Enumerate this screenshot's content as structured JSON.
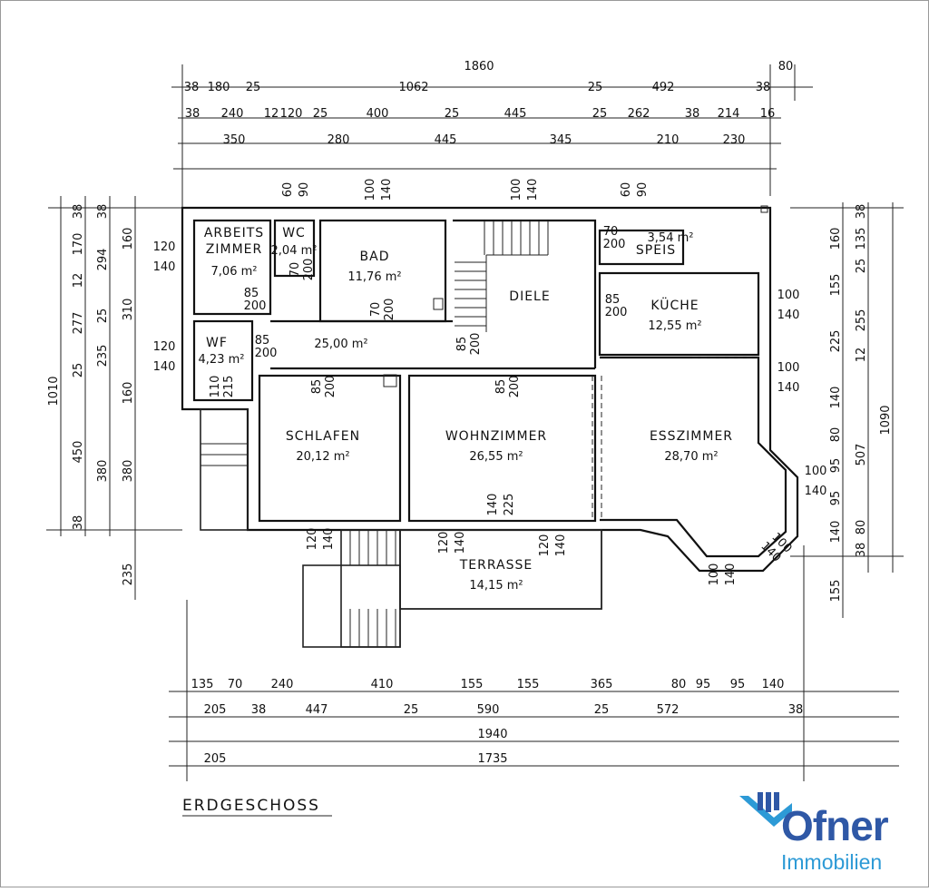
{
  "title": "ERDGESCHOSS",
  "logo": {
    "brand": "Ofner",
    "sub": "Immobilien",
    "color_primary": "#2f58a6",
    "color_secondary": "#2d9ad6"
  },
  "rooms": [
    {
      "name": "ARBEITS",
      "name2": "ZIMMER",
      "area": "7,06 m²"
    },
    {
      "name": "WC",
      "area": "2,04 m²"
    },
    {
      "name": "BAD",
      "area": "11,76 m²"
    },
    {
      "name": "DIELE",
      "area": ""
    },
    {
      "name": "SPEIS",
      "area": "3,54 m²"
    },
    {
      "name": "KÜCHE",
      "area": "12,55 m²"
    },
    {
      "name": "WF",
      "area": "4,23 m²"
    },
    {
      "name": "",
      "area": "25,00 m²"
    },
    {
      "name": "SCHLAFEN",
      "area": "20,12 m²"
    },
    {
      "name": "WOHNZIMMER",
      "area": "26,55 m²"
    },
    {
      "name": "ESSZIMMER",
      "area": "28,70 m²"
    },
    {
      "name": "TERRASSE",
      "area": "14,15 m²"
    }
  ],
  "dimensions": {
    "top_row1": [
      "1860",
      "80"
    ],
    "top_row2": [
      "38",
      "180",
      "25",
      "1062",
      "25",
      "492",
      "38"
    ],
    "top_row3": [
      "38",
      "240",
      "12",
      "120",
      "25",
      "400",
      "25",
      "445",
      "25",
      "262",
      "38",
      "214",
      "16"
    ],
    "top_row4": [
      "350",
      "280",
      "445",
      "345",
      "210",
      "230"
    ],
    "bottom_row1": [
      "135",
      "70",
      "240",
      "410",
      "155",
      "155",
      "365",
      "80",
      "95",
      "95",
      "140"
    ],
    "bottom_row2": [
      "205",
      "38",
      "447",
      "25",
      "590",
      "25",
      "572",
      "38"
    ],
    "bottom_row3": [
      "1940"
    ],
    "bottom_row4": [
      "205",
      "1735"
    ],
    "left_col1": [
      "1010"
    ],
    "left_col2": [
      "38",
      "170",
      "12",
      "277",
      "25",
      "450",
      "38"
    ],
    "left_col3": [
      "38",
      "294",
      "25",
      "235",
      "380"
    ],
    "left_col4": [
      "160",
      "310",
      "160",
      "380",
      "235"
    ],
    "right_col1": [
      "160",
      "155",
      "225",
      "140",
      "80",
      "95",
      "95",
      "140",
      "155"
    ],
    "right_col2": [
      "38",
      "135",
      "25",
      "255",
      "12",
      "507",
      "80",
      "38"
    ],
    "right_col3": [
      "1090"
    ]
  },
  "openings": [
    [
      "60",
      "90"
    ],
    [
      "100",
      "140"
    ],
    [
      "100",
      "140"
    ],
    [
      "60",
      "90"
    ],
    [
      "120",
      "140"
    ],
    [
      "120",
      "140"
    ],
    [
      "100",
      "140"
    ],
    [
      "100",
      "140"
    ],
    [
      "100",
      "140"
    ],
    [
      "100",
      "140"
    ],
    [
      "120",
      "140"
    ],
    [
      "120",
      "140"
    ],
    [
      "140",
      "225"
    ],
    [
      "120",
      "140"
    ],
    [
      "100",
      "140"
    ]
  ],
  "doors": [
    [
      "85",
      "200"
    ],
    [
      "85",
      "200"
    ],
    [
      "70",
      "200"
    ],
    [
      "70",
      "200"
    ],
    [
      "110",
      "215"
    ],
    [
      "85",
      "200"
    ],
    [
      "70",
      "200"
    ],
    [
      "85",
      "200"
    ],
    [
      "85",
      "200"
    ],
    [
      "85",
      "200"
    ]
  ]
}
